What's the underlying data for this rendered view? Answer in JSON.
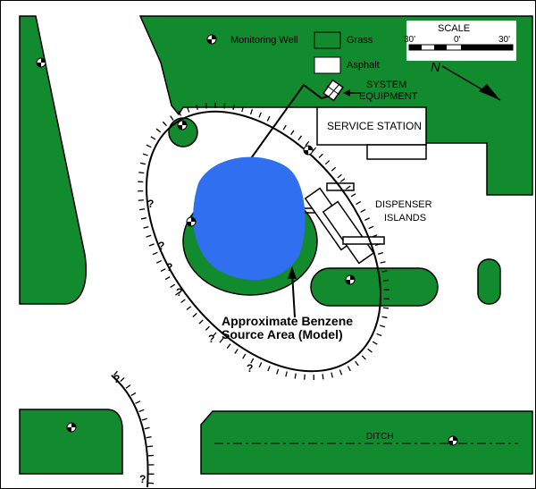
{
  "colors": {
    "grass": "#118b2e",
    "asphalt": "#ffffff",
    "outline": "#000000",
    "plume": "#2f6ff0",
    "source_label": "#0b3a8a"
  },
  "legend": {
    "monitoring_well_label": "Monitoring Well",
    "grass_label": "Grass",
    "asphalt_label": "Asphalt"
  },
  "scale_bar": {
    "title": "SCALE",
    "ticks": [
      "30'",
      "0'",
      "30'"
    ]
  },
  "north_arrow": {
    "label": "N"
  },
  "labels": {
    "system_equipment_line1": "SYSTEM",
    "system_equipment_line2": "EQUIPMENT",
    "service_station": "SERVICE STATION",
    "dispenser_line1": "DISPENSER",
    "dispenser_line2": "ISLANDS",
    "source_line1": "Approximate Benzene",
    "source_line2": "Source Area (Model)",
    "ditch": "DITCH"
  },
  "question_mark": "?"
}
